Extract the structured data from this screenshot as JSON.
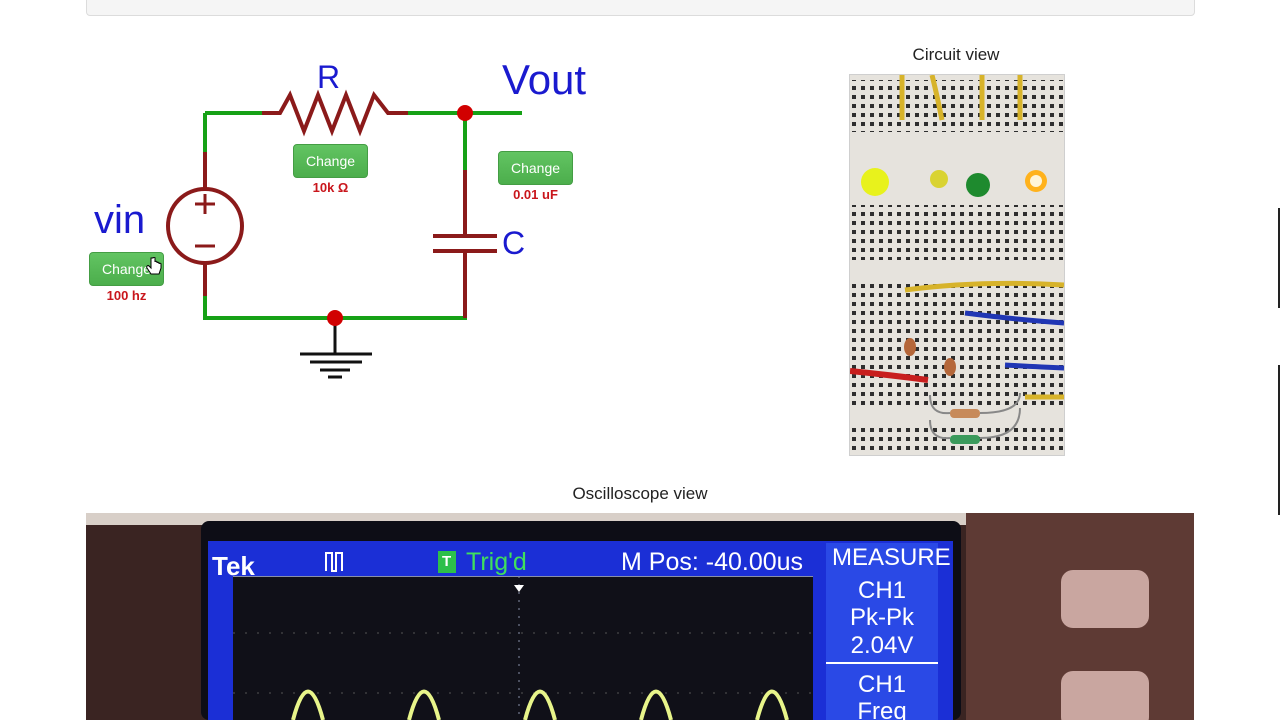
{
  "circuit": {
    "labels": {
      "resistor": "R",
      "output": "Vout",
      "source": "vin",
      "capacitor": "C"
    },
    "resistor": {
      "button_label": "Change",
      "value": "10k Ω"
    },
    "capacitor": {
      "button_label": "Change",
      "value": "0.01 uF"
    },
    "source": {
      "button_label": "Change",
      "value": "100 hz"
    },
    "colors": {
      "wire": "#16a116",
      "component": "#8b1a1a",
      "node": "#d10000",
      "label": "#1a1acf"
    }
  },
  "circuit_view": {
    "title": "Circuit view"
  },
  "oscilloscope_view": {
    "title": "Oscilloscope view",
    "screen": {
      "brand": "Tek",
      "trigger_status": "Trig'd",
      "trigger_badge": "T",
      "position": "M Pos: -40.00us",
      "measure_title": "MEASURE",
      "measure1": {
        "channel": "CH1",
        "type": "Pk-Pk",
        "value": "2.04V"
      },
      "measure2": {
        "channel": "CH1",
        "type": "Freq"
      }
    }
  }
}
